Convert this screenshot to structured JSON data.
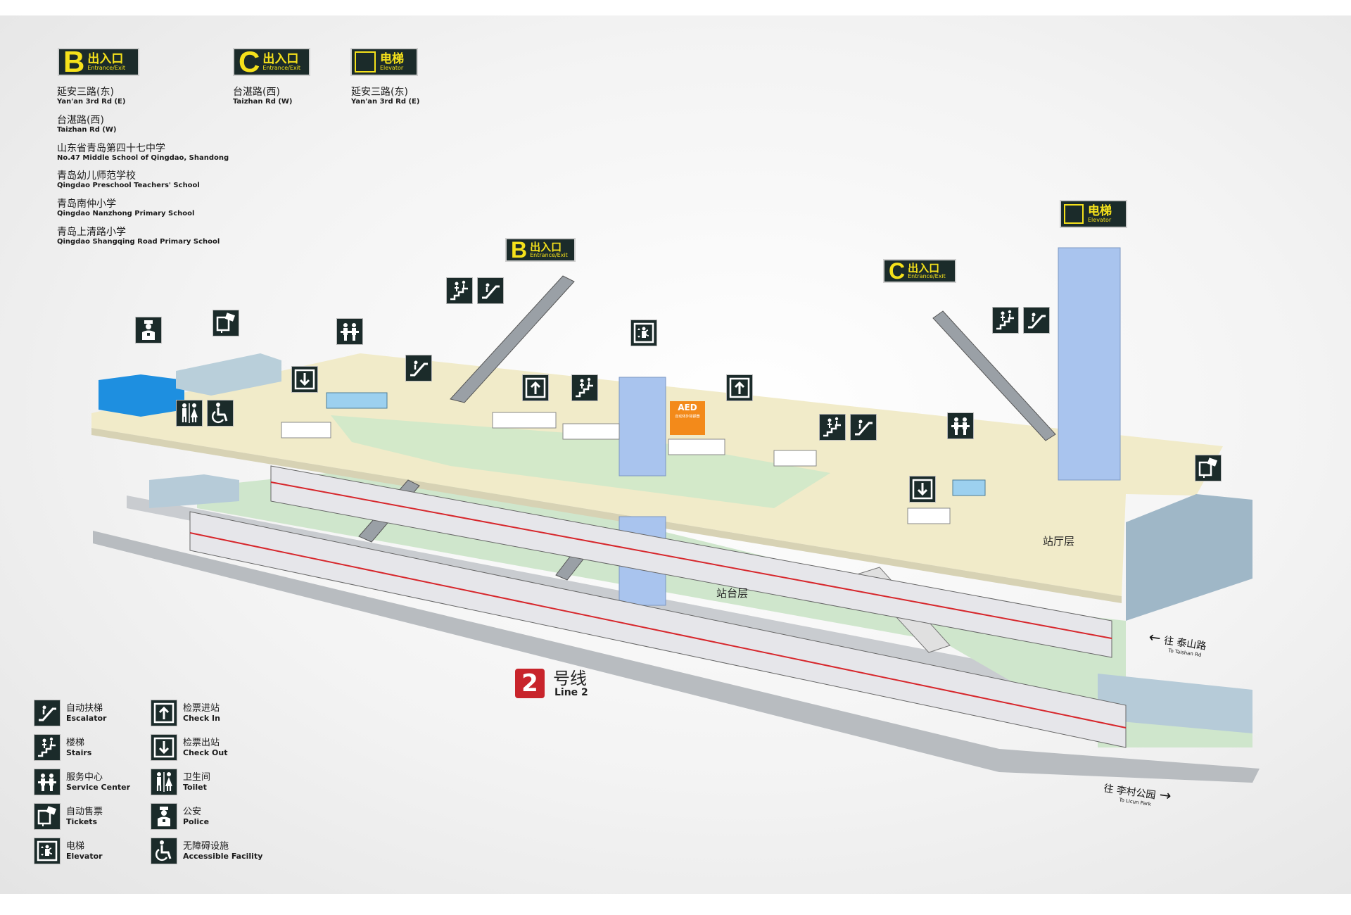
{
  "entrances": {
    "b": {
      "letter": "B",
      "zh": "出入口",
      "en": "Entrance/Exit"
    },
    "c": {
      "letter": "C",
      "zh": "出入口",
      "en": "Entrance/Exit"
    },
    "elevator": {
      "zh": "电梯",
      "en": "Elevator"
    }
  },
  "b_destinations": [
    {
      "zh": "延安三路(东)",
      "en": "Yan'an 3rd Rd (E)"
    },
    {
      "zh": "台湛路(西)",
      "en": "Taizhan Rd (W)"
    },
    {
      "zh": "山东省青岛第四十七中学",
      "en": "No.47 Middle School of Qingdao, Shandong"
    },
    {
      "zh": "青岛幼儿师范学校",
      "en": "Qingdao Preschool Teachers' School"
    },
    {
      "zh": "青岛南仲小学",
      "en": "Qingdao Nanzhong Primary School"
    },
    {
      "zh": "青岛上清路小学",
      "en": "Qingdao Shangqing Road Primary School"
    }
  ],
  "c_destinations": [
    {
      "zh": "台湛路(西)",
      "en": "Taizhan Rd (W)"
    }
  ],
  "elevator_destinations": [
    {
      "zh": "延安三路(东)",
      "en": "Yan'an 3rd Rd (E)"
    }
  ],
  "levels": {
    "concourse": "站厅层",
    "platform": "站台层"
  },
  "line": {
    "number": "2",
    "zh": "号线",
    "en": "Line 2",
    "color": "#c8242b"
  },
  "directions": {
    "taishan": {
      "zh": "往 泰山路",
      "en": "To Taishan Rd"
    },
    "licun": {
      "zh": "往 李村公园",
      "en": "To Licun Park"
    }
  },
  "aed": {
    "label": "AED",
    "sub": "自动体外除颤器"
  },
  "legend": [
    {
      "icon": "escalator-icon",
      "zh": "自动扶梯",
      "en": "Escalator"
    },
    {
      "icon": "check-in-icon",
      "zh": "检票进站",
      "en": "Check In"
    },
    {
      "icon": "stairs-icon",
      "zh": "楼梯",
      "en": "Stairs"
    },
    {
      "icon": "check-out-icon",
      "zh": "检票出站",
      "en": "Check Out"
    },
    {
      "icon": "service-center-icon",
      "zh": "服务中心",
      "en": "Service Center"
    },
    {
      "icon": "toilet-icon",
      "zh": "卫生间",
      "en": "Toilet"
    },
    {
      "icon": "tickets-icon",
      "zh": "自动售票",
      "en": "Tickets"
    },
    {
      "icon": "police-icon",
      "zh": "公安",
      "en": "Police"
    },
    {
      "icon": "elevator-icon",
      "zh": "电梯",
      "en": "Elevator"
    },
    {
      "icon": "accessible-icon",
      "zh": "无障碍设施",
      "en": "Accessible Facility"
    }
  ],
  "colors": {
    "sign_bg": "#1b2b2a",
    "sign_text": "#f5e11b",
    "concourse": "#f1ebc9",
    "platform": "#cfe6cc",
    "elevator_shaft": "#a9c4ee"
  }
}
